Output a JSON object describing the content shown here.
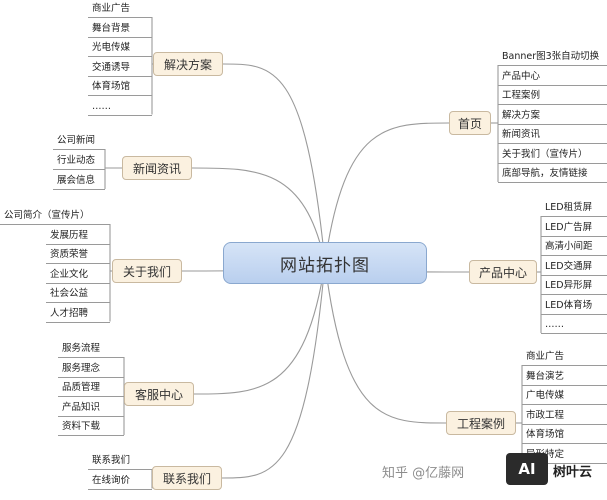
{
  "center": "网站拓扑图",
  "branches": {
    "solutions": {
      "label": "解决方案",
      "items": [
        "商业广告",
        "舞台背景",
        "光电传媒",
        "交通诱导",
        "体育场馆",
        "……"
      ]
    },
    "news": {
      "label": "新闻资讯",
      "items": [
        "公司新闻",
        "行业动态",
        "展会信息"
      ]
    },
    "about": {
      "label": "关于我们",
      "items": [
        "公司简介（宣传片）",
        "发展历程",
        "资质荣誉",
        "企业文化",
        "社会公益",
        "人才招聘"
      ]
    },
    "service": {
      "label": "客服中心",
      "items": [
        "服务流程",
        "服务理念",
        "品质管理",
        "产品知识",
        "资料下载"
      ]
    },
    "contact": {
      "label": "联系我们",
      "items": [
        "联系我们",
        "在线询价"
      ]
    },
    "home": {
      "label": "首页",
      "items": [
        "Banner图3张自动切换",
        "产品中心",
        "工程案例",
        "解决方案",
        "新闻资讯",
        "关于我们（宣传片）",
        "底部导航，友情链接"
      ]
    },
    "products": {
      "label": "产品中心",
      "items": [
        "LED租赁屏",
        "LED广告屏",
        "高清小间距",
        "LED交通屏",
        "LED异形屏",
        "LED体育场",
        "……"
      ]
    },
    "cases": {
      "label": "工程案例",
      "items": [
        "商业广告",
        "舞台演艺",
        "广电传媒",
        "市政工程",
        "体育场馆",
        "异形特定"
      ]
    }
  },
  "watermark": "知乎 @亿藤网",
  "logo": {
    "mark": "AI",
    "text": "树叶云"
  },
  "colors": {
    "line": "#9a9a9a",
    "topic_bg": "#fbf1e0",
    "center_bg": "#c7d9f2"
  }
}
